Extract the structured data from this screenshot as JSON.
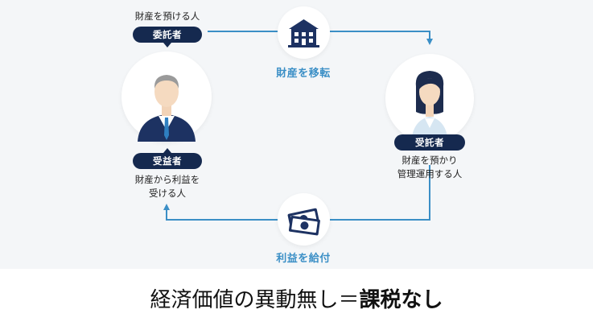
{
  "diagram": {
    "trustor": {
      "description": "財産を預ける人",
      "role": "委託者"
    },
    "trustee": {
      "role": "受託者",
      "description_line1": "財産を預かり",
      "description_line2": "管理運用する人"
    },
    "beneficiary": {
      "role": "受益者",
      "description_line1": "財産から利益を",
      "description_line2": "受ける人"
    },
    "flow_transfer": {
      "label": "財産を移転",
      "icon": "building-icon"
    },
    "flow_benefit": {
      "label": "利益を給付",
      "icon": "money-icon"
    }
  },
  "caption": {
    "normal": "経済価値の異動無し＝",
    "bold": "課税なし"
  },
  "colors": {
    "navy": "#15294f",
    "accent_blue": "#3b8fc6",
    "panel_bg": "#f4f6f8"
  }
}
